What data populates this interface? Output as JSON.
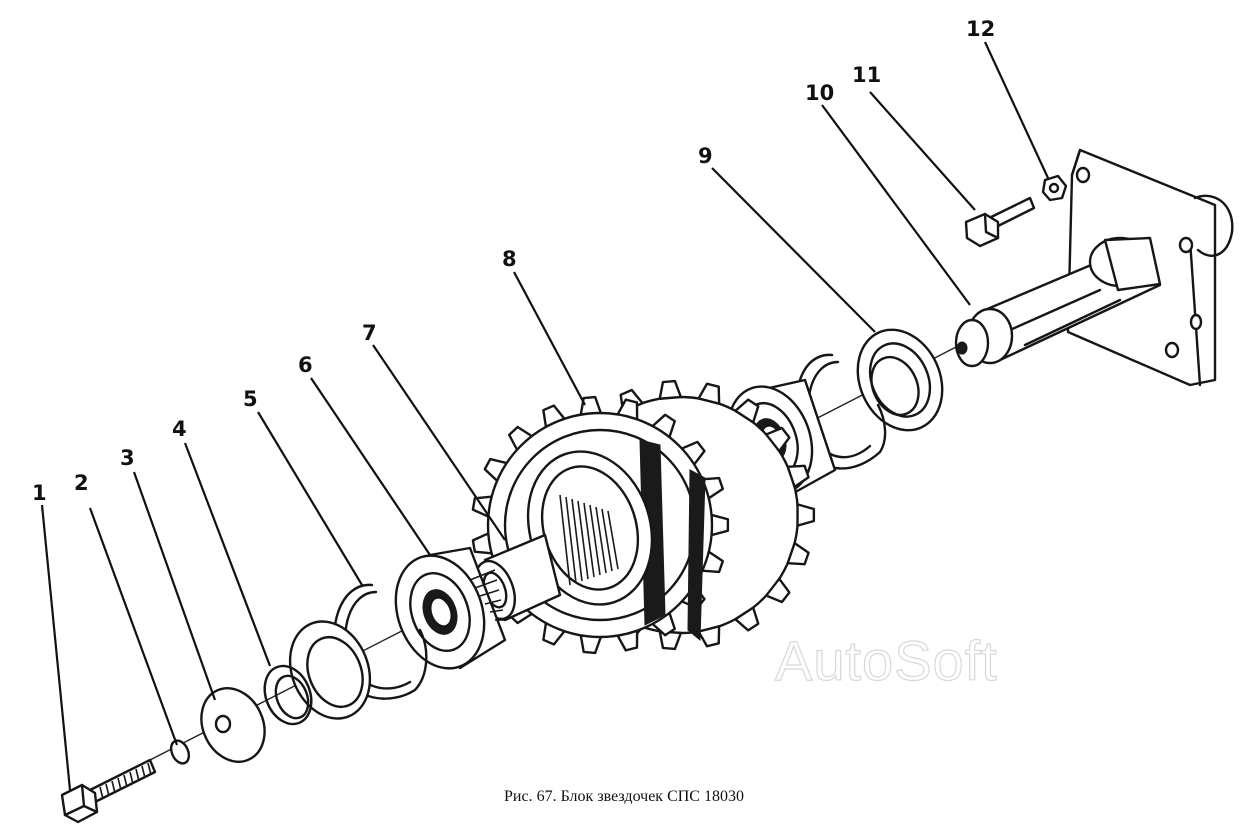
{
  "figure": {
    "caption": "Рис. 67. Блок звездочек СПС 18030",
    "watermark": "AutoSoft",
    "callouts": [
      "1",
      "2",
      "3",
      "4",
      "5",
      "6",
      "7",
      "8",
      "9",
      "10",
      "11",
      "12"
    ],
    "icons": [
      "bolt",
      "washer",
      "flat-washer",
      "snap-ring",
      "seal-ring",
      "ball-bearing",
      "spacer-sleeve",
      "double-sprocket",
      "axle-bracket",
      "small-bolt",
      "nut"
    ]
  }
}
